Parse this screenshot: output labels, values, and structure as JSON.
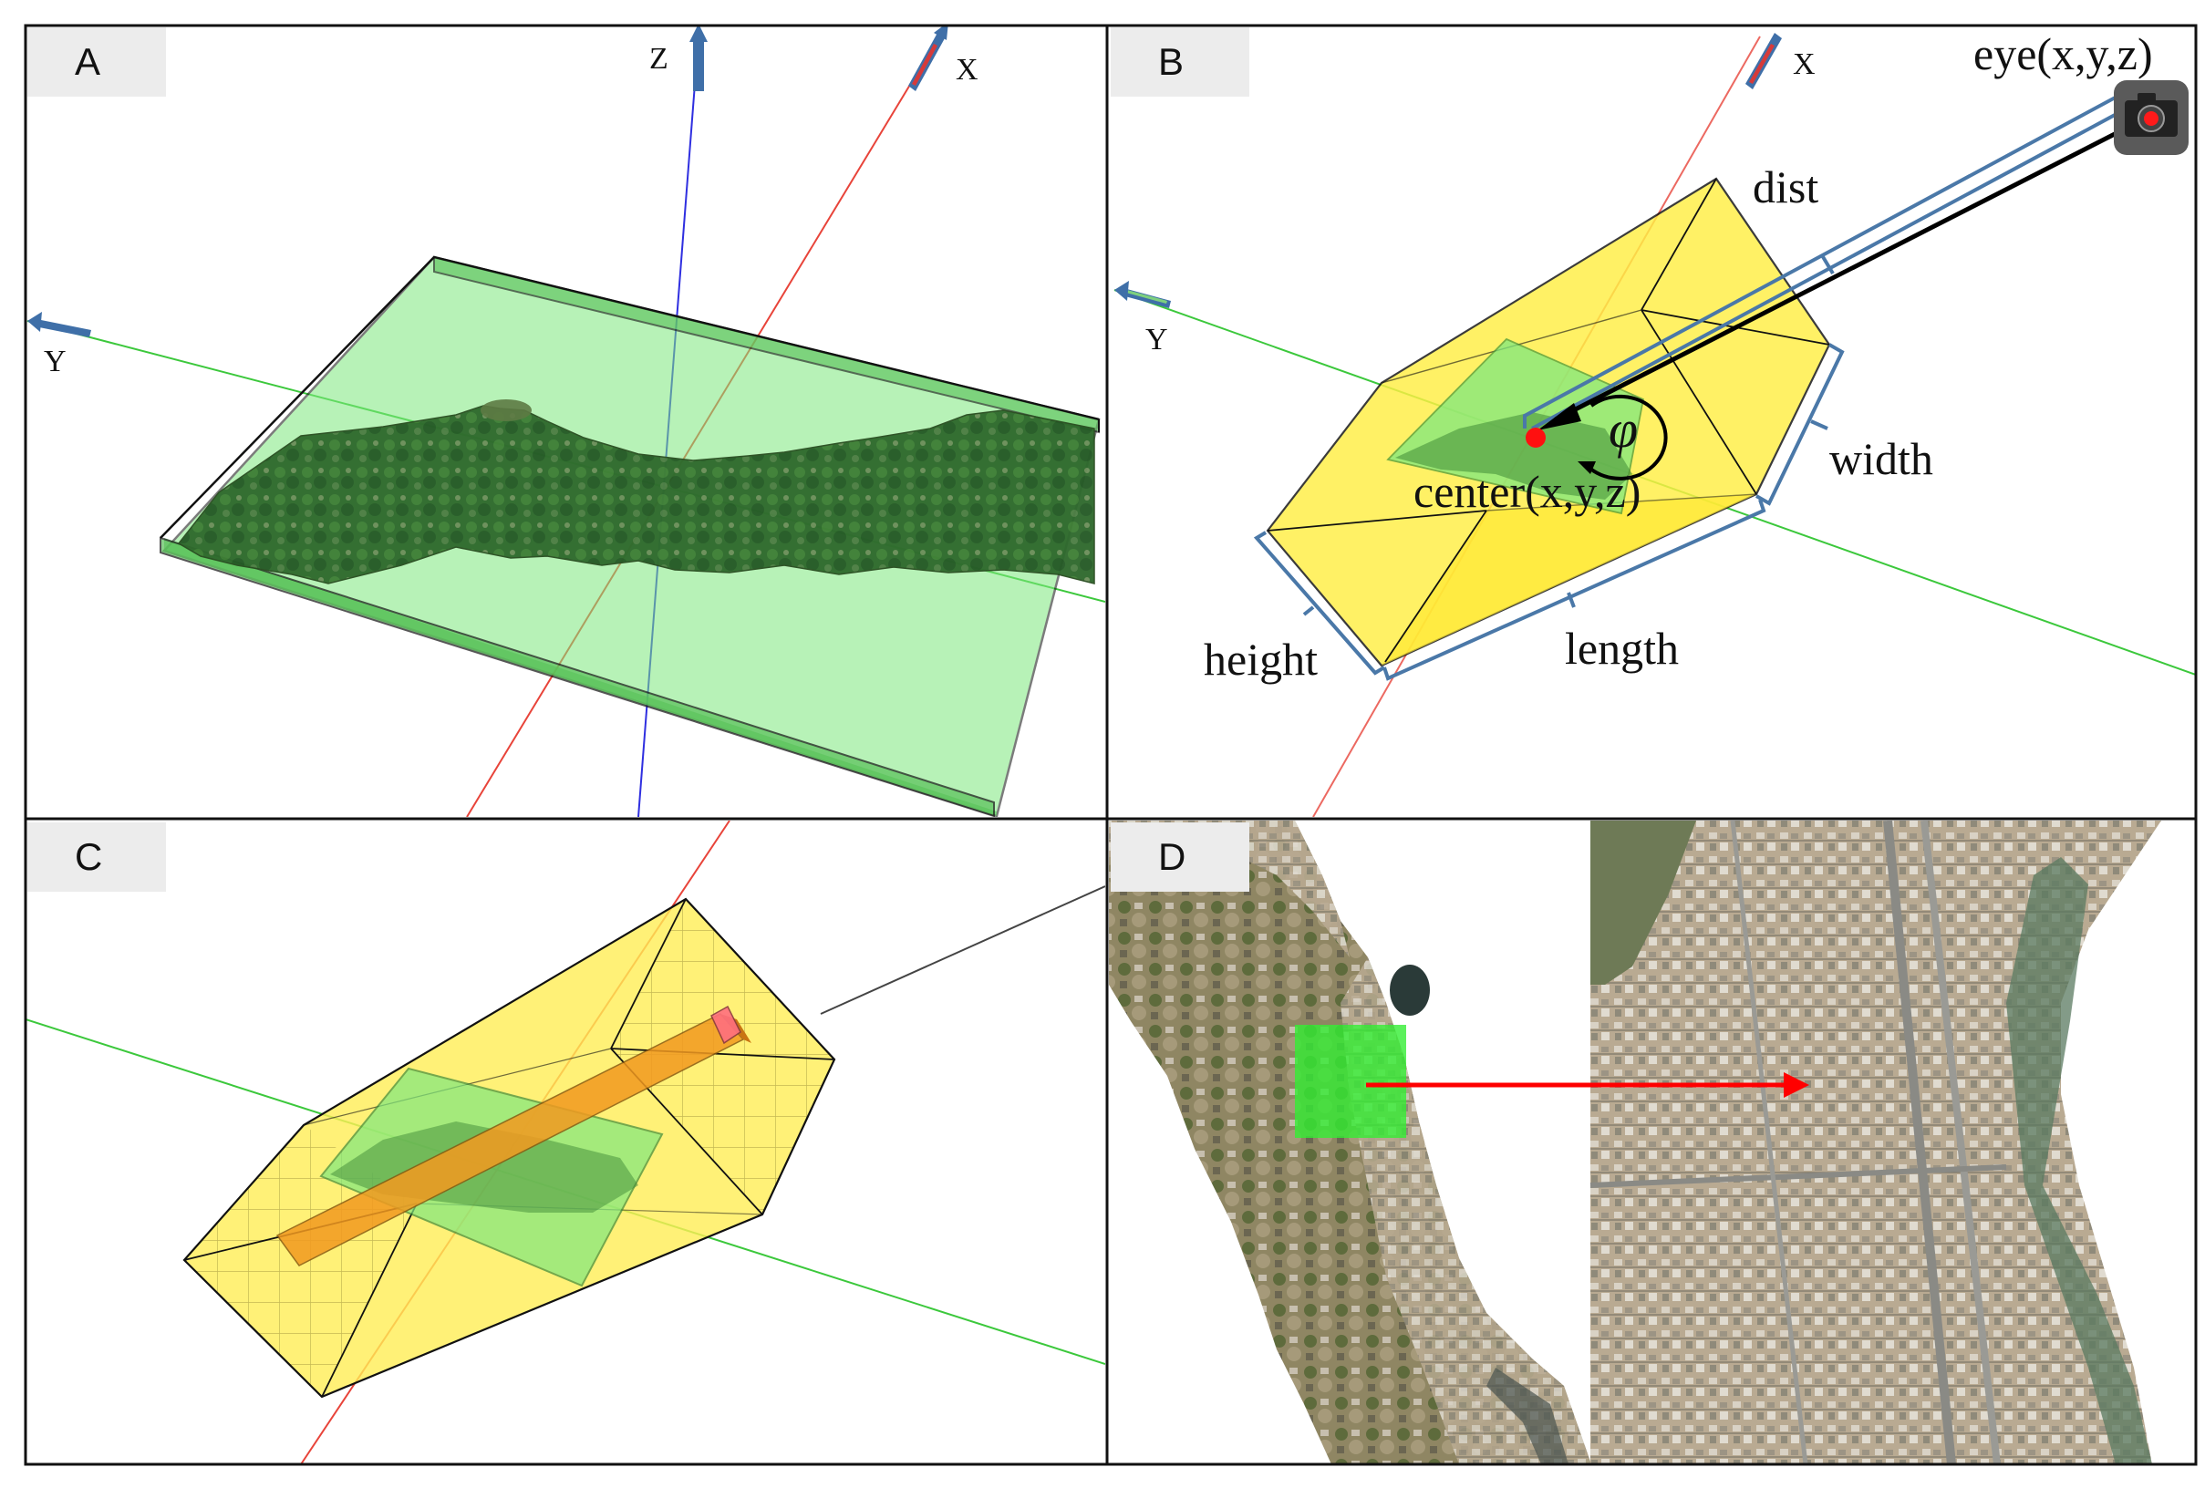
{
  "panels": {
    "a": {
      "tag": "A",
      "axis_z": "Z",
      "axis_x": "X",
      "axis_y": "Y"
    },
    "b": {
      "tag": "B",
      "axis_x": "X",
      "axis_y": "Y",
      "eye": "eye(x,y,z)",
      "dist": "dist",
      "phi": "φ",
      "center": "center(x,y,z)",
      "width": "width",
      "height": "height",
      "length": "length"
    },
    "c": {
      "tag": "C"
    },
    "d": {
      "tag": "D"
    }
  },
  "colors": {
    "axis_x": "#e8443a",
    "axis_y": "#3cc83c",
    "axis_z": "#2f2fe0",
    "arrow_blue": "#3f6fa8",
    "box_green": "#7ee87e",
    "frustum_yellow": "#ffee55",
    "beam_orange": "#f29a20",
    "bracket": "#4a78a8",
    "highlight": "#ff0000"
  }
}
